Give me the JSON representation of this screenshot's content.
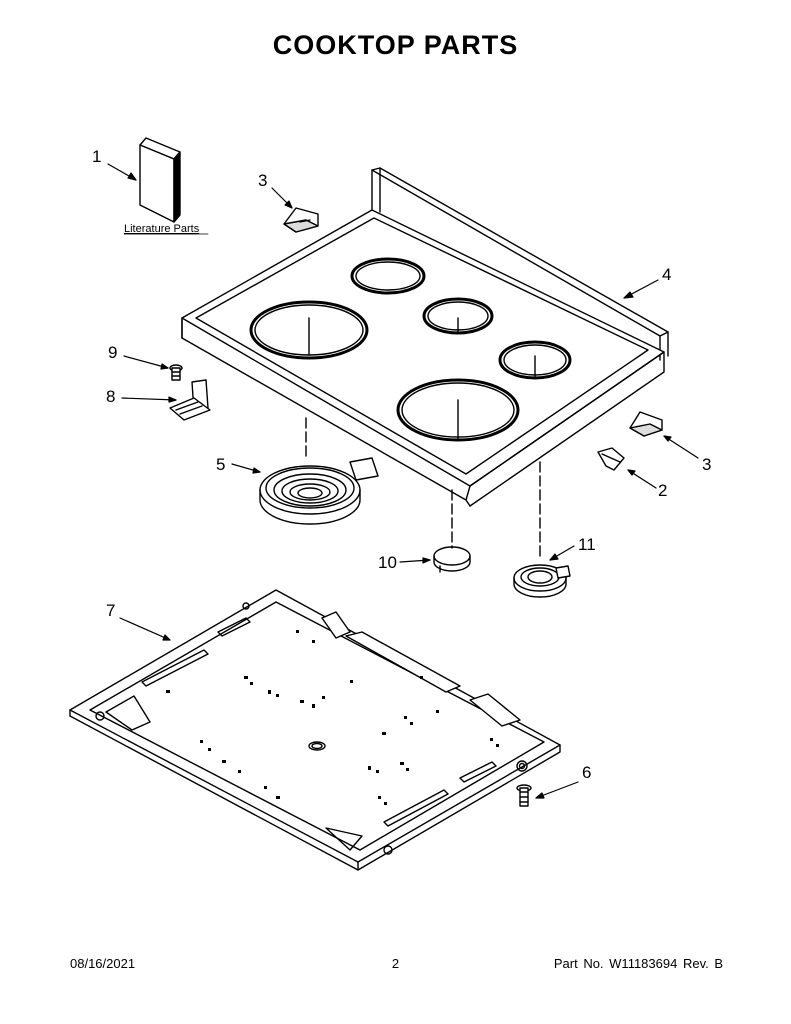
{
  "title": "COOKTOP PARTS",
  "literature_label": "Literature Parts",
  "callouts": [
    "1",
    "2",
    "3",
    "3",
    "4",
    "5",
    "6",
    "7",
    "8",
    "9",
    "10",
    "11"
  ],
  "footer": {
    "date": "08/16/2021",
    "page": "2",
    "part_no": "Part No.  W11183694  Rev. B"
  }
}
